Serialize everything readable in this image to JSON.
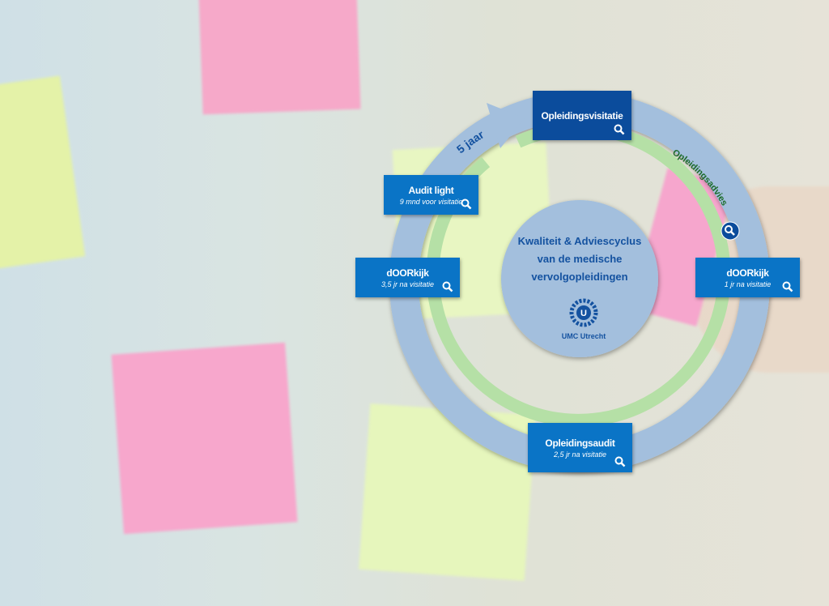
{
  "center": {
    "line1": "Kwaliteit & Adviescyclus",
    "line2": "van de medische",
    "line3": "vervolgopleidingen",
    "logo_text": "UMC Utrecht",
    "logo_letter": "U"
  },
  "arrow_label": "5 jaar",
  "ring_label": "Opleidingsadvies",
  "boxes": [
    {
      "title": "Opleidingsvisitatie",
      "sub": ""
    },
    {
      "title": "Audit light",
      "sub": "9 mnd voor visitatie"
    },
    {
      "title": "dOORkijk",
      "sub": "3,5 jr na visitatie"
    },
    {
      "title": "dOORkijk",
      "sub": "1 jr na visitatie"
    },
    {
      "title": "Opleidingsaudit",
      "sub": "2,5 jr na visitatie"
    }
  ],
  "colors": {
    "ring_blue": "#a3bfdd",
    "ring_green": "#b5e0a6",
    "box_blue": "#0a74c6",
    "box_dark": "#0b4c9c",
    "text_blue": "#1452a0"
  }
}
